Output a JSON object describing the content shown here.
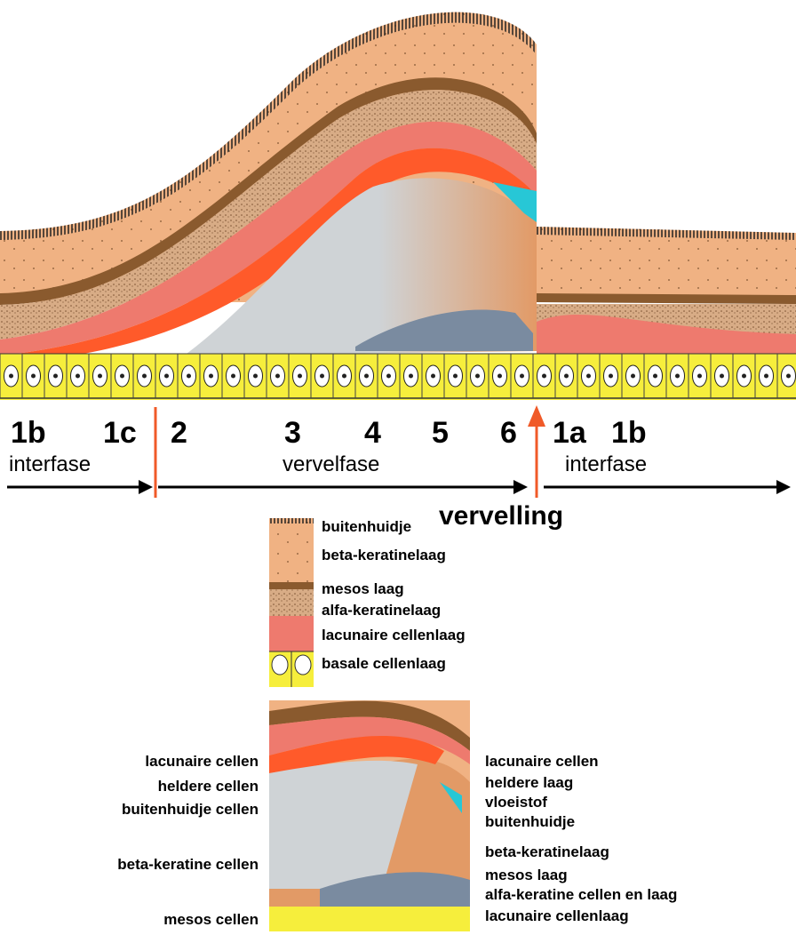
{
  "stages": [
    "1b",
    "1c",
    "2",
    "3",
    "4",
    "5",
    "6",
    "1a",
    "1b"
  ],
  "phases": {
    "left": "interfase",
    "middle": "vervelfase",
    "right": "interfase",
    "molting": "vervelling"
  },
  "legend": [
    "buitenhuidje",
    "beta-keratinelaag",
    "mesos laag",
    "alfa-keratinelaag",
    "lacunaire cellenlaag",
    "basale cellenlaag"
  ],
  "detail_left": [
    "lacunaire cellen",
    "heldere cellen",
    "buitenhuidje cellen",
    "beta-keratine cellen",
    "mesos cellen"
  ],
  "detail_right": [
    "lacunaire cellen",
    "heldere laag",
    "vloeistof",
    "buitenhuidje",
    "beta-keratinelaag",
    "mesos laag",
    "alfa-keratine cellen en laag",
    "lacunaire cellenlaag"
  ],
  "colors": {
    "beta_keratine": "#f0b283",
    "mesos": "#8a5a2e",
    "alfa_keratine": "#d8ac86",
    "lacunair": "#ee7a6e",
    "heldere": "#ff5a2a",
    "basaal": "#f6ee3c",
    "grijze_cellen": "#cfd3d6",
    "vloeistof": "#27c7d6",
    "pijl_rood": "#f05a28"
  }
}
